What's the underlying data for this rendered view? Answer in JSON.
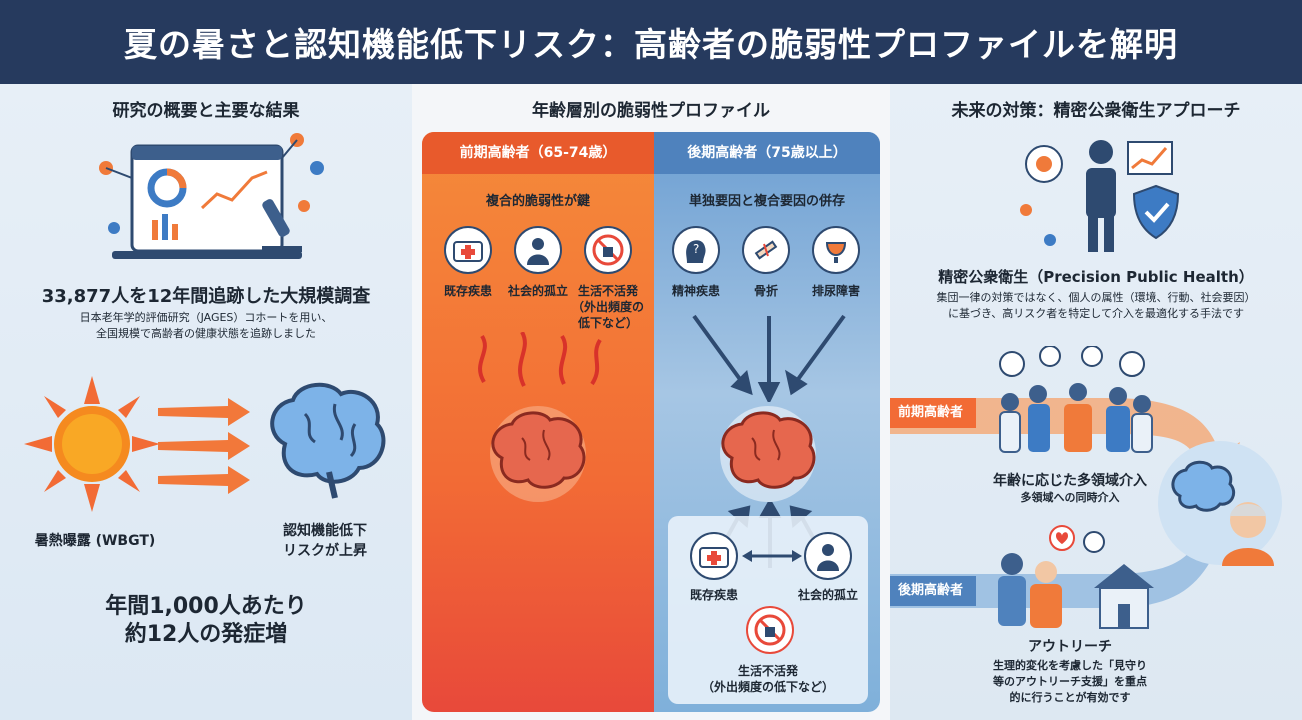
{
  "title": "夏の暑さと認知機能低下リスク：高齢者の脆弱性プロファイルを解明",
  "left": {
    "section_title": "研究の概要と主要な結果",
    "study_headline": "33,877人を12年間追跡した大規模調査",
    "study_desc_1": "日本老年学的評価研究（JAGES）コホートを用い、",
    "study_desc_2": "全国規模で高齢者の健康状態を追跡しました",
    "heat_label": "暑熱曝露 (WBGT)",
    "risk_label_1": "認知機能低下",
    "risk_label_2": "リスクが上昇",
    "result_1": "年間1,000人あたり",
    "result_2": "約12人の発症増"
  },
  "mid": {
    "section_title": "年齢層別の脆弱性プロファイル",
    "early": {
      "header": "前期高齢者（65-74歳）",
      "subtitle": "複合的脆弱性が鍵",
      "factors": [
        "既存疾患",
        "社会的孤立",
        "生活不活発"
      ],
      "factor_note_1": "（外出頻度の",
      "factor_note_2": "低下など）"
    },
    "late": {
      "header": "後期高齢者（75歳以上）",
      "subtitle": "単独要因と複合要因の併存",
      "factors": [
        "精神疾患",
        "骨折",
        "排尿障害"
      ],
      "bottom_factors": [
        "既存疾患",
        "社会的孤立"
      ],
      "bottom_center_1": "生活不活発",
      "bottom_center_2": "（外出頻度の低下など）"
    }
  },
  "right": {
    "section_title": "未来の対策：精密公衆衛生アプローチ",
    "pph_title": "精密公衆衛生（Precision Public Health）",
    "pph_desc_1": "集団一律の対策ではなく、個人の属性（環境、行動、社会要因）",
    "pph_desc_2": "に基づき、高リスク者を特定して介入を最適化する手法です",
    "tag_early": "前期高齢者",
    "early_title": "年齢に応じた多領域介入",
    "early_desc": "多領域への同時介入",
    "tag_late": "後期高齢者",
    "late_title": "アウトリーチ",
    "late_desc_1": "生理的変化を考慮した「見守り",
    "late_desc_2": "等のアウトリーチ支援」を重点",
    "late_desc_3": "的に行うことが有効です"
  },
  "colors": {
    "header": "#263a5e",
    "orange": "#f26b35",
    "blue": "#5b8fc7",
    "accent": "#e8493a"
  }
}
